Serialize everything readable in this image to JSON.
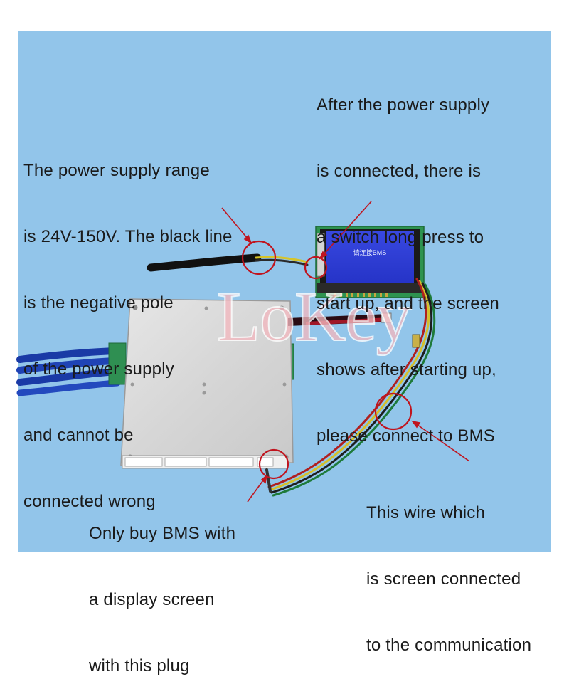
{
  "annotations": {
    "top_right": [
      "After the power supply",
      "is connected, there is",
      "a switch long press to",
      "start up, and the screen",
      "shows after starting up,",
      "please connect to BMS"
    ],
    "left": [
      "The power supply range",
      "is 24V-150V. The black line",
      "is the negative pole",
      "of the power supply",
      "and cannot be",
      "connected wrong"
    ],
    "bottom_left": [
      "Only buy BMS with",
      "a display screen",
      "with this plug"
    ],
    "bottom_right": [
      "This wire which",
      "is screen connected",
      "to the communication"
    ]
  },
  "watermark": "LoKey",
  "lcd_screen_text": "请连接BMS",
  "colors": {
    "background": "#92c5ea",
    "lcd_blue": "#2f3ed6",
    "pcb_green": "#3a9a58",
    "callout_red": "#c0141e",
    "cable_blue": "#1e3fae",
    "board_metal": "#dcdcdc"
  }
}
